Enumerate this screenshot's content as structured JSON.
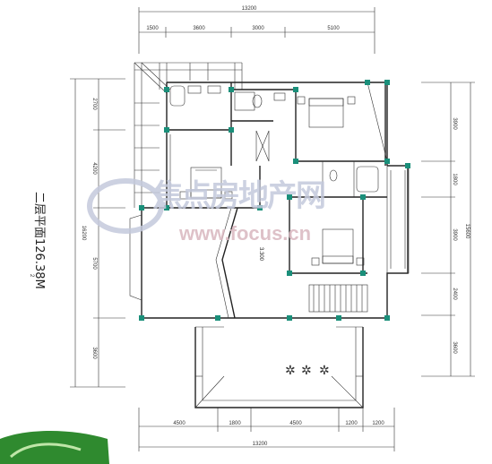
{
  "plan": {
    "title": "二层平面126.38M",
    "title_sup": "2",
    "level_mark": "3.300",
    "dims_top": {
      "total": "13200",
      "segments": [
        "1500",
        "3600",
        "3000",
        "5100"
      ]
    },
    "dims_bottom": {
      "total": "13200",
      "segments": [
        "4500",
        "1800",
        "4500",
        "1200",
        "1200"
      ]
    },
    "dims_left": {
      "total": "16200",
      "segments": [
        "2700",
        "4200",
        "5700",
        "3600"
      ]
    },
    "dims_right": {
      "total": "15600",
      "segments": [
        "3900",
        "1800",
        "3900",
        "2400",
        "3600"
      ]
    }
  },
  "watermark": {
    "cn": "焦点房地产网",
    "url": "www.focus.cn"
  },
  "colors": {
    "column": "#1a8f7a",
    "wall": "#222222",
    "badge": "#2f8a2f"
  }
}
